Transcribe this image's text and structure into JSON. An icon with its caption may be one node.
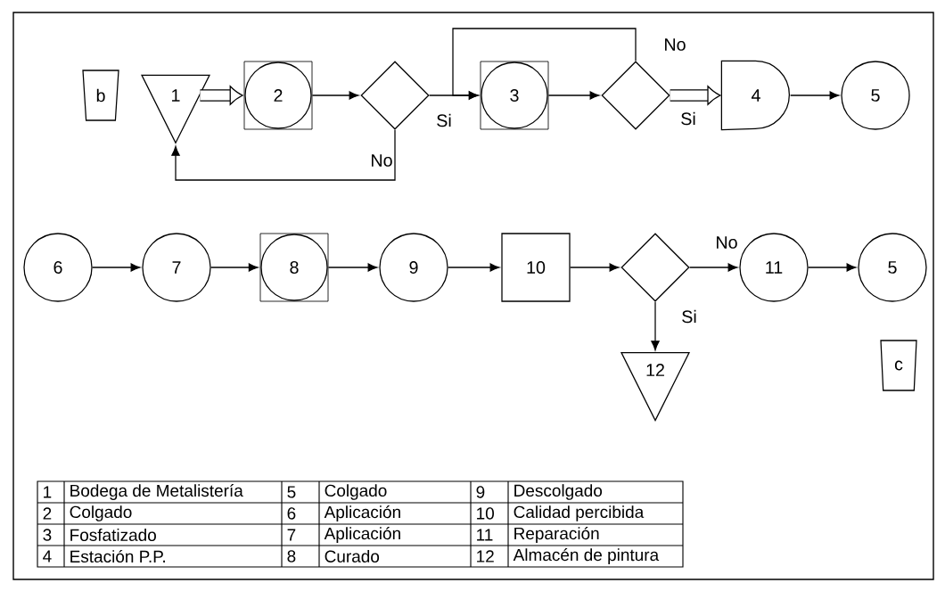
{
  "diagram": {
    "nodes": [
      {
        "text": [
          "b"
        ]
      },
      {
        "text": [
          "1"
        ]
      },
      {
        "text": [
          "2"
        ]
      },
      {
        "text": [],
        "shape": "diamond"
      },
      {
        "text": [
          "3"
        ]
      },
      {
        "text": [],
        "shape": "diamond"
      },
      {
        "text": [
          "4"
        ]
      },
      {
        "text": [
          "5"
        ]
      },
      {
        "text": [
          "6"
        ]
      },
      {
        "text": [
          "7"
        ]
      },
      {
        "text": [
          "8"
        ]
      },
      {
        "text": [
          "9"
        ]
      },
      {
        "text": [
          "10"
        ]
      },
      {
        "text": [],
        "shape": "diamond"
      },
      {
        "text": [
          "11"
        ]
      },
      {
        "text": [
          "5"
        ]
      },
      {
        "text": [
          "12"
        ]
      },
      {
        "text": [
          "c"
        ]
      }
    ],
    "edges": [
      {
        "from": 1,
        "to": 2,
        "arrow": "to",
        "style": "thick"
      },
      {
        "from": 2,
        "to": 3,
        "arrow": "to"
      },
      {
        "from": 3,
        "to": 4,
        "arrow": "to",
        "label": "Si"
      },
      {
        "from": 4,
        "to": 5,
        "arrow": "to"
      },
      {
        "from": 5,
        "to": 6,
        "arrow": "to",
        "style": "thick",
        "label": "Si"
      },
      {
        "from": 6,
        "to": 7,
        "arrow": "to"
      },
      {
        "from": 5,
        "to": 4,
        "arrow": "to",
        "label": "No"
      },
      {
        "from": 3,
        "to": 1,
        "arrow": "to",
        "label": "No"
      },
      {
        "from": 8,
        "to": 9,
        "arrow": "to"
      },
      {
        "from": 9,
        "to": 10,
        "arrow": "to"
      },
      {
        "from": 10,
        "to": 11,
        "arrow": "to"
      },
      {
        "from": 11,
        "to": 12,
        "arrow": "to"
      },
      {
        "from": 12,
        "to": 13,
        "arrow": "to"
      },
      {
        "from": 13,
        "to": 14,
        "arrow": "to",
        "label": "No"
      },
      {
        "from": 14,
        "to": 15,
        "arrow": "to"
      },
      {
        "from": 13,
        "to": 16,
        "arrow": "to",
        "label": "Si"
      }
    ],
    "labels": [
      "1",
      "Bodega de Metalistería",
      "5",
      "Colgado",
      "9",
      "Descolgado",
      "2",
      "Colgado",
      "6",
      "Aplicación",
      "10",
      "Calidad percibida",
      "3",
      "Fosfatizado",
      "7",
      "Aplicación",
      "11",
      "Reparación",
      "4",
      "Estación P.P.",
      "8",
      "Curado",
      "12",
      "Almacén de pintura"
    ]
  }
}
